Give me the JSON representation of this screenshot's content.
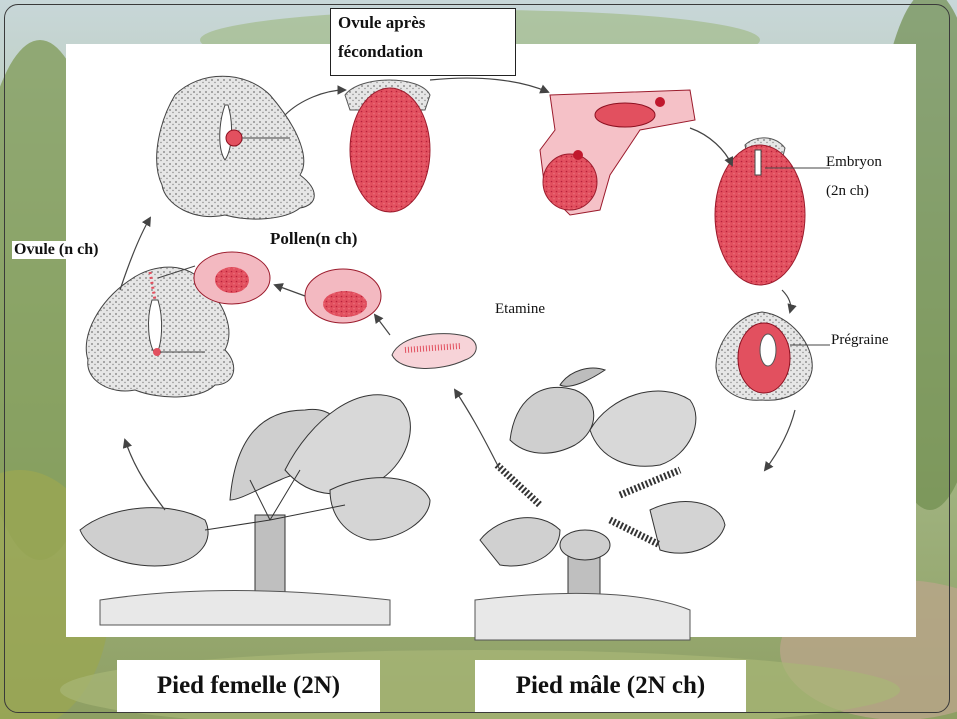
{
  "labels": {
    "ovule_apres_line1": "Ovule après",
    "ovule_apres_line2": "fécondation",
    "embryon_line1": "Embryon",
    "embryon_line2": "(2n ch)",
    "ovule_n": "Ovule (n ch)",
    "pollen": "Pollen(n ch)",
    "etamine": "Etamine",
    "pregraine": "Prégraine"
  },
  "captions": {
    "female": "Pied femelle (2N)",
    "male": "Pied mâle (2N ch)"
  },
  "colors": {
    "tissue_red": "#e2505f",
    "tissue_grey": "#c9c9c9",
    "foliage": "#7a9a5c",
    "ink": "#222222"
  }
}
